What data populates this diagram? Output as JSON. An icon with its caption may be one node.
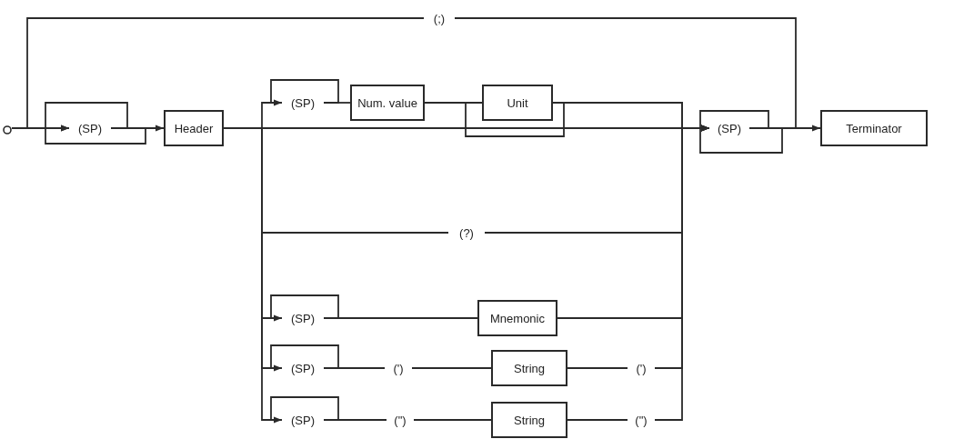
{
  "diagram": {
    "nodes": [
      {
        "text": [],
        "shape": "circle"
      },
      {
        "text": [
          "(SP)"
        ]
      },
      {
        "text": [
          "Header"
        ]
      },
      {
        "text": [
          "(SP)"
        ]
      },
      {
        "text": [
          "Num. value"
        ]
      },
      {
        "text": [
          "Unit"
        ]
      },
      {
        "text": [
          "(?)"
        ]
      },
      {
        "text": [
          "(SP)"
        ]
      },
      {
        "text": [
          "Mnemonic"
        ]
      },
      {
        "text": [
          "(SP)"
        ]
      },
      {
        "text": [
          "(')"
        ]
      },
      {
        "text": [
          "String"
        ]
      },
      {
        "text": [
          "(')"
        ]
      },
      {
        "text": [
          "(SP)"
        ]
      },
      {
        "text": [
          "(\")"
        ]
      },
      {
        "text": [
          "String"
        ]
      },
      {
        "text": [
          "(\")"
        ]
      },
      {
        "text": [
          "(SP)"
        ]
      },
      {
        "text": [
          "Terminator"
        ]
      },
      {
        "text": [
          "(;)"
        ]
      }
    ],
    "edges": [
      {
        "from": 0,
        "to": 1,
        "arrow": "none"
      },
      {
        "from": 0,
        "to": 2,
        "arrow": "to"
      },
      {
        "from": 1,
        "to": 1,
        "arrow": "to"
      },
      {
        "from": 1,
        "to": 2,
        "arrow": "none"
      },
      {
        "from": 2,
        "to": 18,
        "arrow": "to"
      },
      {
        "from": 2,
        "to": 3,
        "arrow": "none"
      },
      {
        "from": 3,
        "to": 3,
        "arrow": "to"
      },
      {
        "from": 3,
        "to": 4,
        "arrow": "none"
      },
      {
        "from": 4,
        "to": 5,
        "arrow": "none"
      },
      {
        "from": 4,
        "to": 17,
        "arrow": "to"
      },
      {
        "from": 5,
        "to": 17,
        "arrow": "to"
      },
      {
        "from": 2,
        "to": 6,
        "arrow": "none"
      },
      {
        "from": 6,
        "to": 17,
        "arrow": "to"
      },
      {
        "from": 2,
        "to": 7,
        "arrow": "none"
      },
      {
        "from": 7,
        "to": 7,
        "arrow": "to"
      },
      {
        "from": 7,
        "to": 8,
        "arrow": "none"
      },
      {
        "from": 8,
        "to": 17,
        "arrow": "to"
      },
      {
        "from": 2,
        "to": 9,
        "arrow": "none"
      },
      {
        "from": 9,
        "to": 9,
        "arrow": "to"
      },
      {
        "from": 9,
        "to": 10,
        "arrow": "none"
      },
      {
        "from": 10,
        "to": 11,
        "arrow": "none"
      },
      {
        "from": 11,
        "to": 12,
        "arrow": "none"
      },
      {
        "from": 12,
        "to": 17,
        "arrow": "to"
      },
      {
        "from": 2,
        "to": 13,
        "arrow": "none"
      },
      {
        "from": 13,
        "to": 13,
        "arrow": "to"
      },
      {
        "from": 13,
        "to": 14,
        "arrow": "none"
      },
      {
        "from": 14,
        "to": 15,
        "arrow": "none"
      },
      {
        "from": 15,
        "to": 16,
        "arrow": "none"
      },
      {
        "from": 16,
        "to": 17,
        "arrow": "to"
      },
      {
        "from": 17,
        "to": 17,
        "arrow": "to"
      },
      {
        "from": 17,
        "to": 18,
        "arrow": "none"
      },
      {
        "from": 17,
        "to": 19,
        "arrow": "none"
      },
      {
        "from": 19,
        "to": 1,
        "arrow": "to"
      }
    ]
  }
}
